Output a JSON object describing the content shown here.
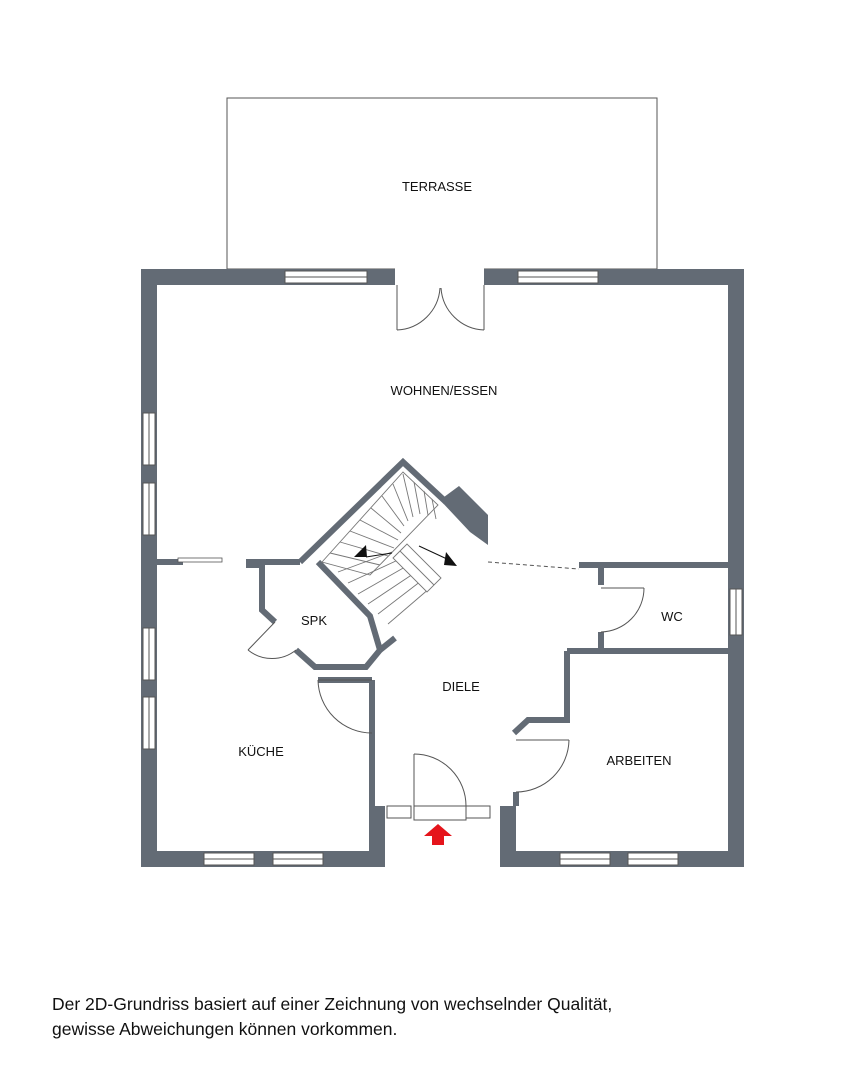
{
  "rooms": {
    "terrasse": "TERRASSE",
    "wohnen_essen": "WOHNEN/ESSEN",
    "spk": "SPK",
    "wc": "WC",
    "diele": "DIELE",
    "kueche": "KÜCHE",
    "arbeiten": "ARBEITEN"
  },
  "disclaimer": {
    "line1": "Der 2D-Grundriss basiert auf einer Zeichnung von wechselnder Qualität,",
    "line2": "gewisse Abweichungen können vorkommen."
  },
  "colors": {
    "wall": "#636b75",
    "window_fill": "#ffffff",
    "line": "#555555",
    "entrance_arrow": "#e5141b",
    "background": "#ffffff"
  },
  "icons": {
    "entrance": "entrance-arrow-icon",
    "stairs_up": "stair-direction-arrow-icon"
  }
}
